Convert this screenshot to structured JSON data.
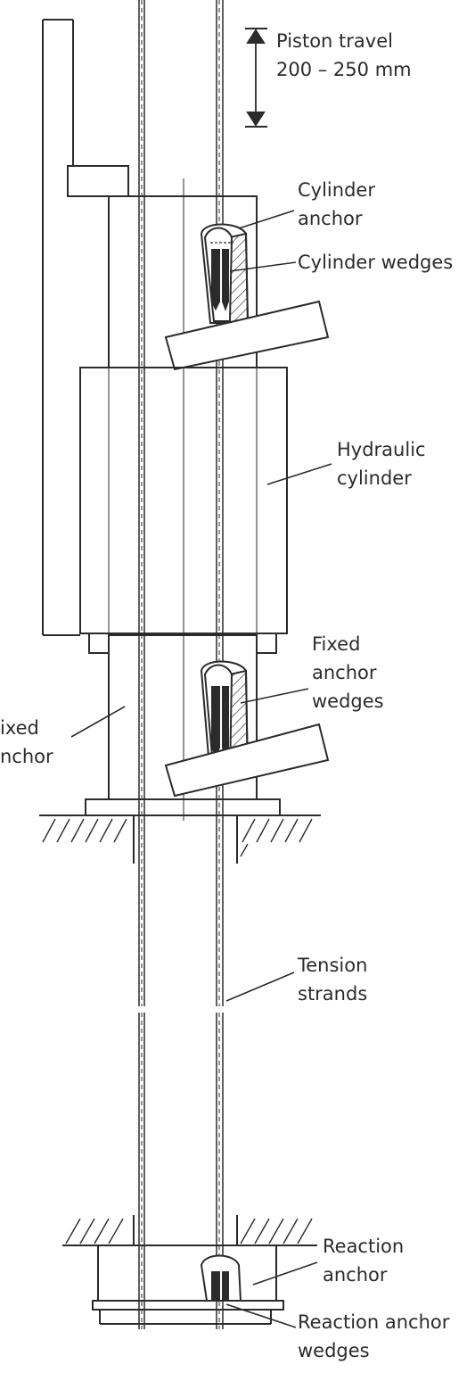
{
  "labels": {
    "piston_travel": {
      "line1": "Piston travel",
      "line2": "200 – 250 mm"
    },
    "cylinder_anchor": {
      "line1": "Cylinder",
      "line2": "anchor"
    },
    "cylinder_wedges": {
      "text": "Cylinder wedges"
    },
    "hydraulic_cylinder": {
      "line1": "Hydraulic",
      "line2": "cylinder"
    },
    "fixed_anchor_wedges": {
      "line1": "Fixed",
      "line2": "anchor",
      "line3": "wedges"
    },
    "fixed_anchor": {
      "line1": "ixed",
      "line2": "nchor"
    },
    "tension_strands": {
      "line1": "Tension",
      "line2": "strands"
    },
    "reaction_anchor": {
      "line1": "Reaction",
      "line2": "anchor"
    },
    "reaction_anchor_wedges": {
      "line1": "Reaction anchor",
      "line2": "wedges"
    }
  },
  "colors": {
    "ink": "#2b2b2b",
    "background": "#ffffff"
  }
}
